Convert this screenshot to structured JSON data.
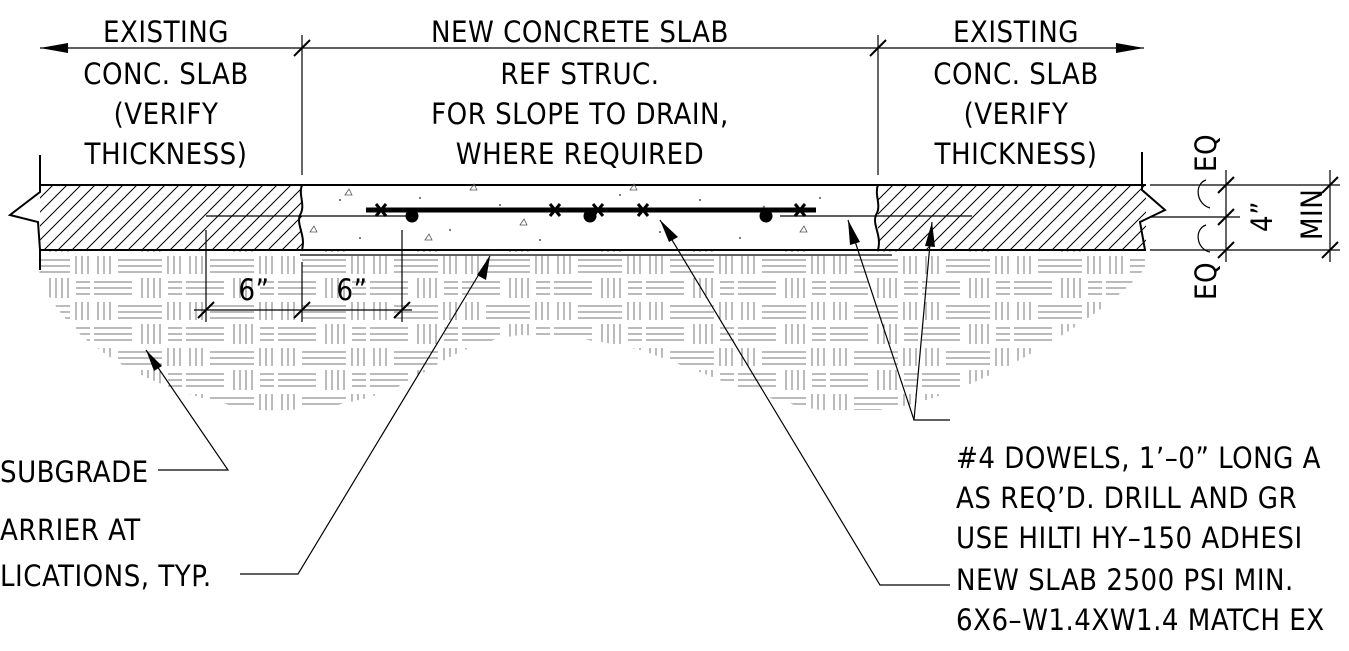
{
  "labels": {
    "left_slab": [
      "EXISTING",
      "CONC. SLAB",
      "(VERIFY",
      "THICKNESS)"
    ],
    "center_slab": [
      "NEW CONCRETE SLAB",
      "REF STRUC.",
      "FOR SLOPE TO DRAIN,",
      "WHERE REQUIRED"
    ],
    "right_slab": [
      "EXISTING",
      "CONC. SLAB",
      "(VERIFY",
      "THICKNESS)"
    ],
    "dim_left": "6”",
    "dim_mid": "6”",
    "eq_top": "EQ",
    "eq_bottom": "EQ",
    "thickness": "4”",
    "min": "MIN",
    "subgrade": "SUBGRADE",
    "vapor_barrier": [
      "ARRIER AT",
      "LICATIONS, TYP."
    ],
    "dowels_note": [
      "#4 DOWELS, 1’–0” LONG A",
      "AS REQ’D.  DRILL AND GR",
      "USE HILTI HY–150 ADHESI"
    ],
    "slab_note": [
      "NEW SLAB 2500 PSI MIN.",
      "6X6–W1.4XW1.4 MATCH EX"
    ]
  }
}
